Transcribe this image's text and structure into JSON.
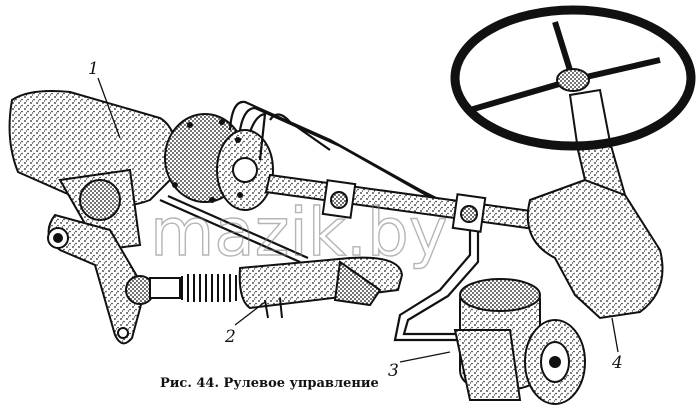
{
  "labels": {
    "part_1": "1",
    "part_2": "2",
    "part_3": "3",
    "part_4": "4"
  },
  "caption": "Рис. 44. Рулевое управление",
  "watermark": "mazik.by",
  "colors": {
    "ink": "#111111",
    "paper": "#ffffff",
    "watermark": "#7a7a7a"
  }
}
